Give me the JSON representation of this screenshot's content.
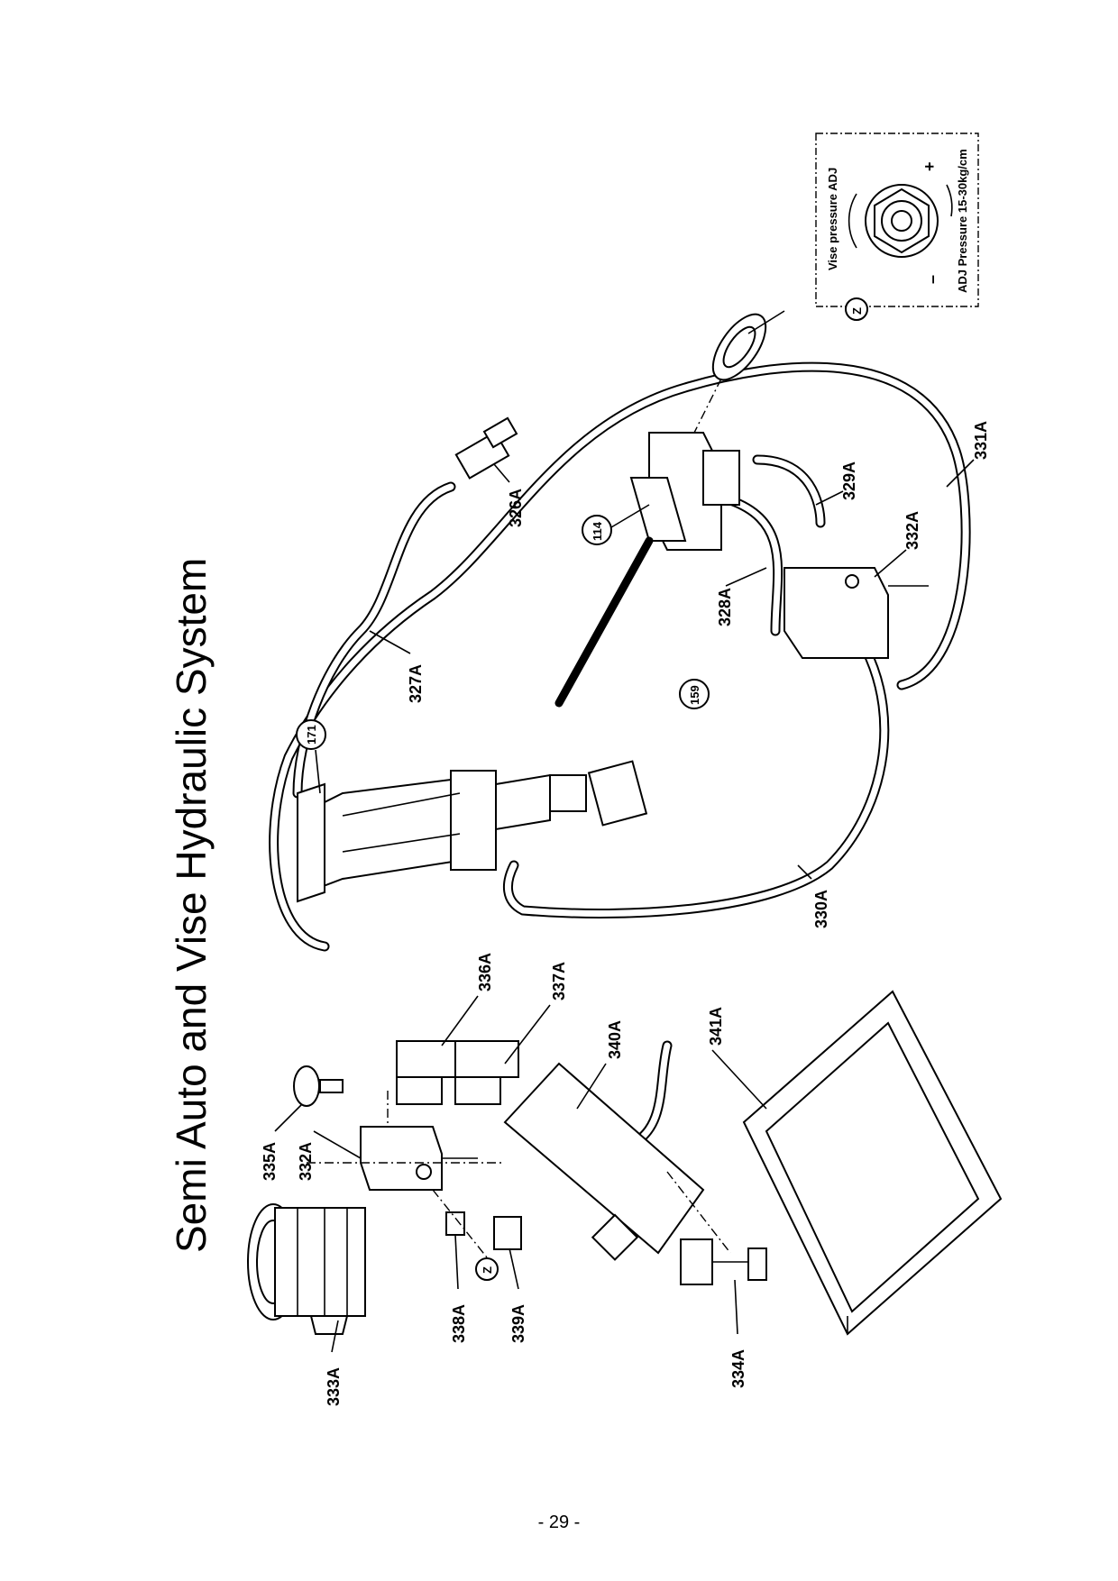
{
  "title": "Semi Auto and Vise Hydraulic System",
  "inset": {
    "callout": "Z",
    "line1": "Vise pressure ADJ",
    "line2": "ADJ Pressure 15-30kg/cm",
    "minus": "–",
    "plus": "+"
  },
  "callouts": [
    "171",
    "159",
    "114",
    "Z"
  ],
  "labels": {
    "l333A": "333A",
    "l335A": "335A",
    "l332A_left": "332A",
    "l338A": "338A",
    "l339A": "339A",
    "l334A": "334A",
    "l336A": "336A",
    "l337A": "337A",
    "l340A": "340A",
    "l341A": "341A",
    "l330A": "330A",
    "l327A": "327A",
    "l326A": "326A",
    "l328A": "328A",
    "l329A": "329A",
    "l332A_right": "332A",
    "l331A": "331A"
  },
  "page_number": "- 29 -"
}
